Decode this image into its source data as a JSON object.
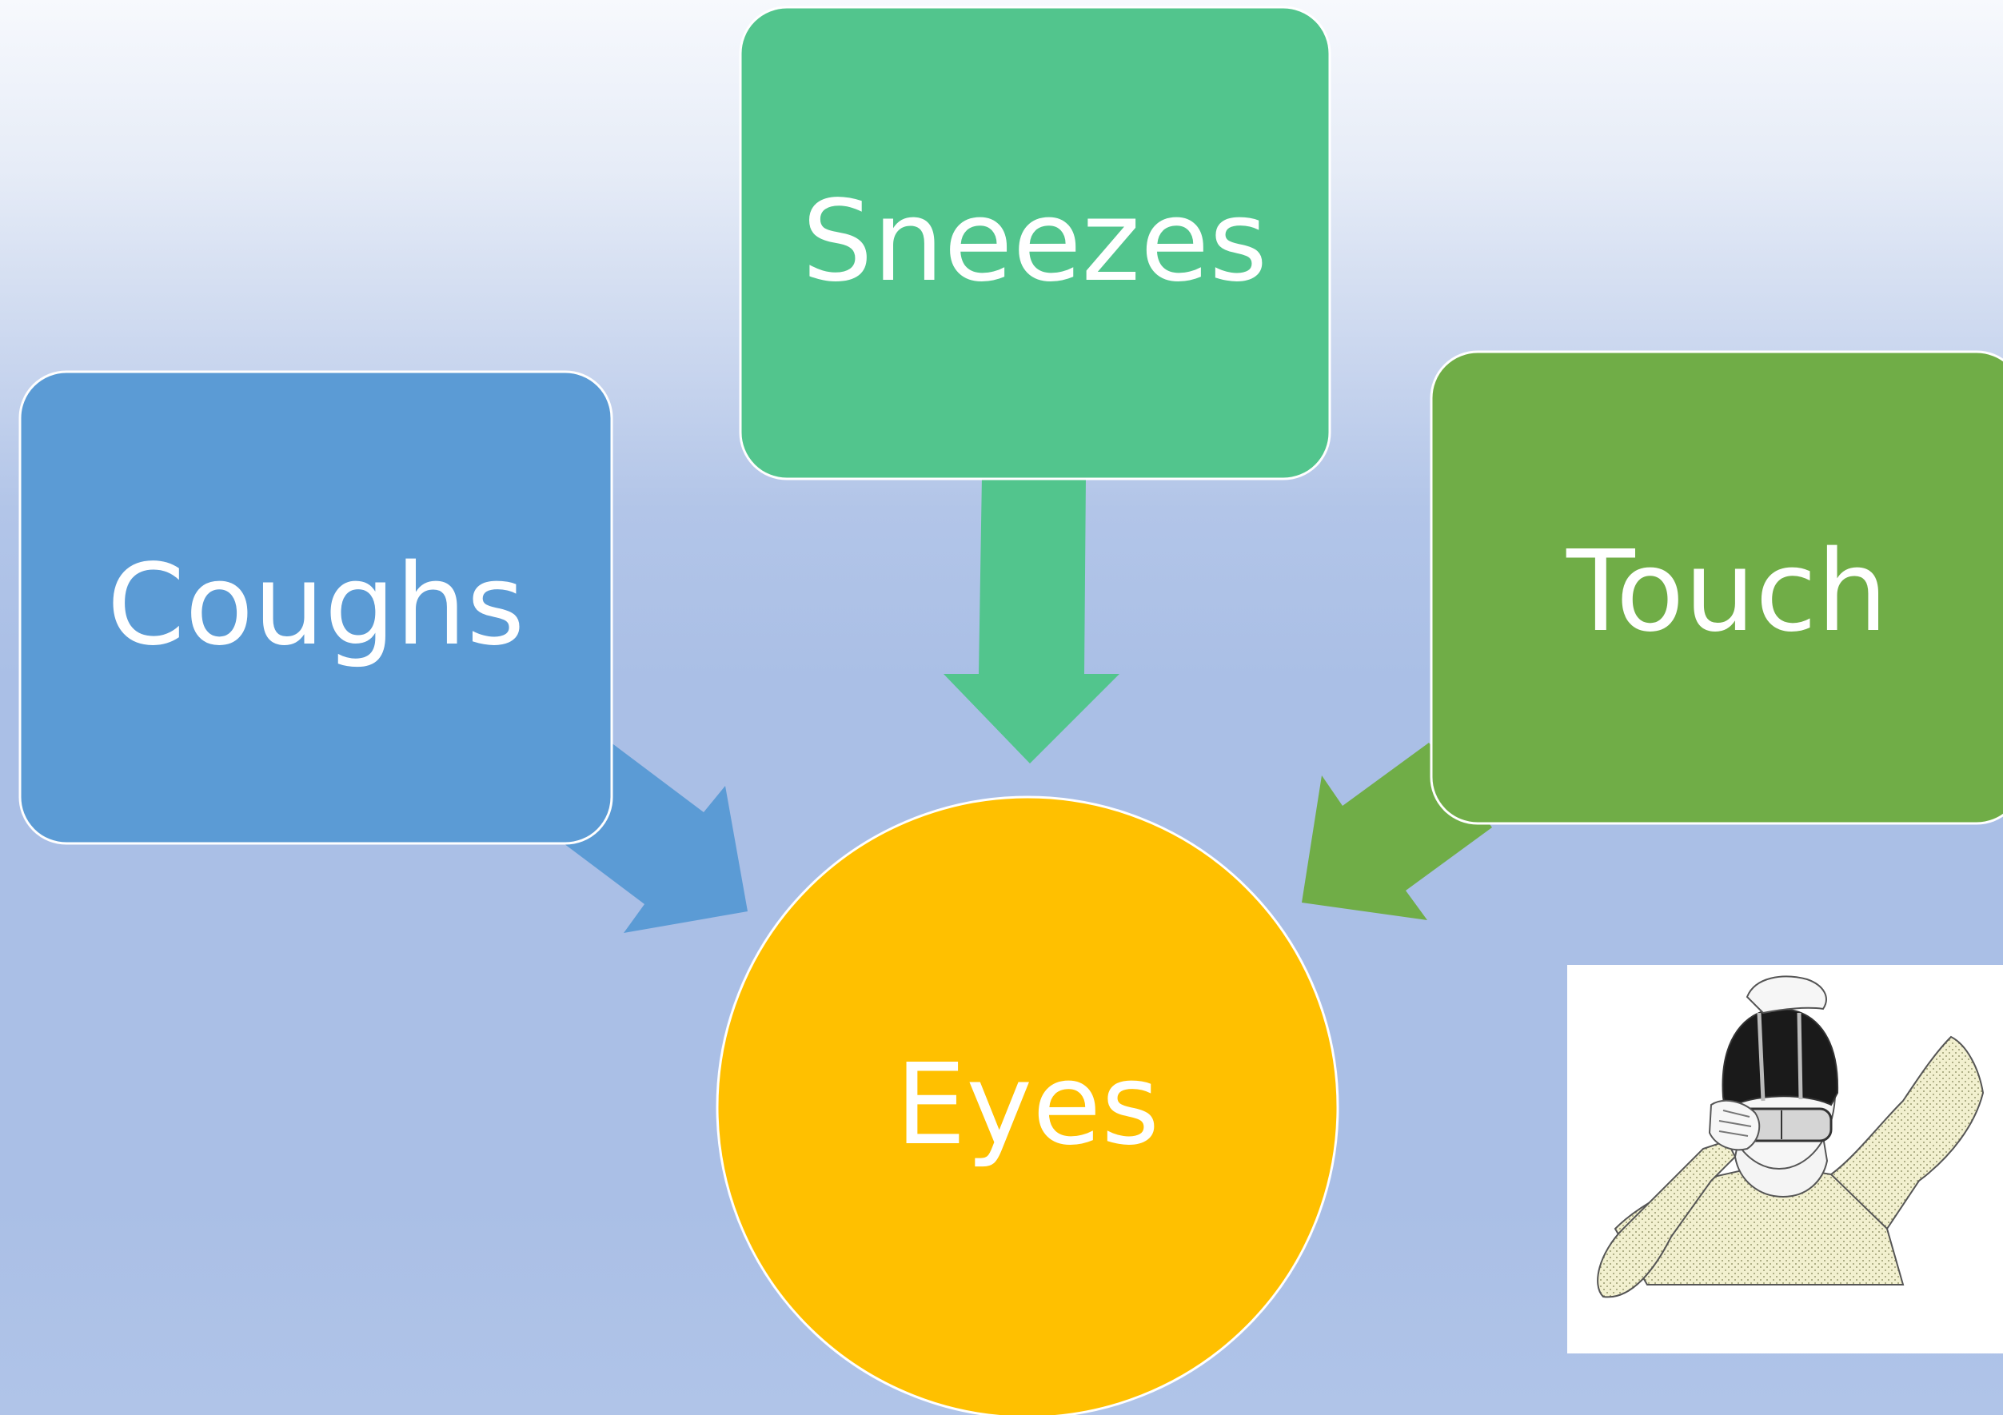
{
  "diagram": {
    "nodes": {
      "coughs": {
        "label": "Coughs",
        "color": "#5b9bd5"
      },
      "sneezes": {
        "label": "Sneezes",
        "color": "#52c58d"
      },
      "touch": {
        "label": "Touch",
        "color": "#70ad47"
      },
      "eyes": {
        "label": "Eyes",
        "color": "#ffc000"
      }
    },
    "edges": [
      {
        "from": "coughs",
        "to": "eyes"
      },
      {
        "from": "sneezes",
        "to": "eyes"
      },
      {
        "from": "touch",
        "to": "eyes"
      }
    ]
  },
  "illustration": {
    "icon": "person-adjusting-goggles-illustration"
  },
  "colors": {
    "background_top": "#f7f9fd",
    "background_bottom": "#aabfe6"
  }
}
